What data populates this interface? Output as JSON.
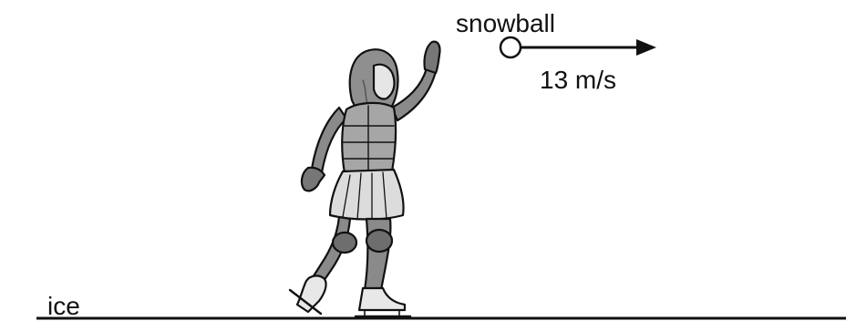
{
  "labels": {
    "snowball": "snowball",
    "speed": "13 m/s",
    "ice": "ice"
  },
  "colors": {
    "ink": "#111111",
    "gray_dark": "#7c7c7c",
    "gray_mid": "#9b9b9b",
    "gray_light": "#d6d6d6",
    "skin": "#e3e3e3"
  }
}
